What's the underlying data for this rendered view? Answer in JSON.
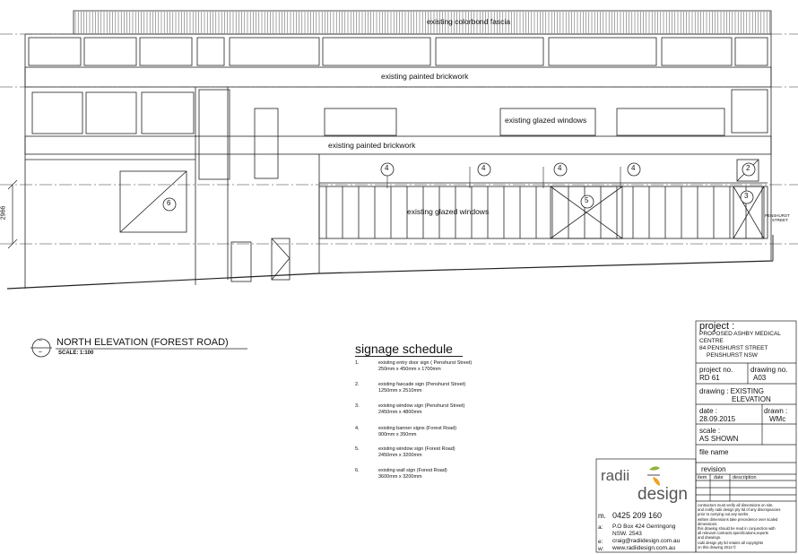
{
  "elevation_labels": {
    "fascia": "existing colorbond fascia",
    "brick_top": "existing painted brickwork",
    "glazed_upper": "existing glazed windows",
    "brick_mid": "existing painted brickwork",
    "glazed_lower": "existing glazed windows",
    "dimension": "2966",
    "street_sign_line1": "PENSHURST",
    "street_sign_line2": "STREET"
  },
  "sign_markers": [
    {
      "id": "6"
    },
    {
      "id": "4"
    },
    {
      "id": "4"
    },
    {
      "id": "4"
    },
    {
      "id": "4"
    },
    {
      "id": "5"
    },
    {
      "id": "2"
    },
    {
      "id": "3"
    }
  ],
  "title_block_view": {
    "symbol_top": "–",
    "symbol_bottom": "–",
    "title": "NORTH ELEVATION (FOREST ROAD)",
    "scale": "SCALE: 1:100"
  },
  "signage_schedule": {
    "heading": "signage schedule",
    "items": [
      {
        "num": "1.",
        "line1": "existing entry door sign ( Penshurst Street)",
        "line2": "250mm x 450mm x 1700mm"
      },
      {
        "num": "2.",
        "line1": "existing fascade sign (Penshurst Street)",
        "line2": "1250mm x 2510mm"
      },
      {
        "num": "3.",
        "line1": "existing window sign (Penshurst Street)",
        "line2": "2450mm x 4800mm"
      },
      {
        "num": "4.",
        "line1": "existing banner signs (Forest Road)",
        "line2": "900mm x 350mm"
      },
      {
        "num": "5.",
        "line1": "existing window sign (Forest Road)",
        "line2": "2450mm x 3200mm"
      },
      {
        "num": "6.",
        "line1": "existing wall sign (Forest Road)",
        "line2": "3600mm x 3200mm"
      }
    ]
  },
  "company": {
    "logo_word1": "radii",
    "logo_word2": "design",
    "phone_label": "m.",
    "phone": "0425 209 160",
    "address_label": "a:",
    "address_line1": "P.O Box 424 Gerringong",
    "address_line2": "NSW. 2543",
    "email_label": "e:",
    "email": "craig@radiidesign.com.au",
    "web_label": "w:",
    "web": "www.radiidesign.com.au"
  },
  "title_block": {
    "project_label": "project :",
    "project_line1": "PROPOSED ASHBY MEDICAL",
    "project_line2": "CENTRE",
    "project_line3": "84 PENSHURST STREET",
    "project_line4": "PENSHURST NSW",
    "project_no_label": "project no.",
    "project_no": "RD 61",
    "drawing_no_label": "drawing  no.",
    "drawing_no": "A03",
    "drawing_label": "drawing : EXISTING",
    "drawing_line2": "ELEVATION",
    "date_label": "date :",
    "date": "28.09.2015",
    "drawn_label": "drawn :",
    "drawn": "WMc",
    "scale_label": "scale :",
    "scale": "AS SHOWN",
    "file_label": "file name",
    "revision_label": "revision",
    "rev_col_item": "item",
    "rev_col_date": "date",
    "rev_col_desc": "description",
    "notes": [
      "contractors must verify all dimensions on site,",
      "and notify radii design pty ltd of any discrepancies",
      "prior to carrying out any works.",
      "written dimensions take precedence over scaled",
      "dimensions.",
      "this drawing should be read in conjunction with",
      "all relevant contracts,specifications,reports",
      "and drawings.",
      "radii design pty ltd retains all copyrights",
      "on this drawing    2012 ©"
    ]
  }
}
